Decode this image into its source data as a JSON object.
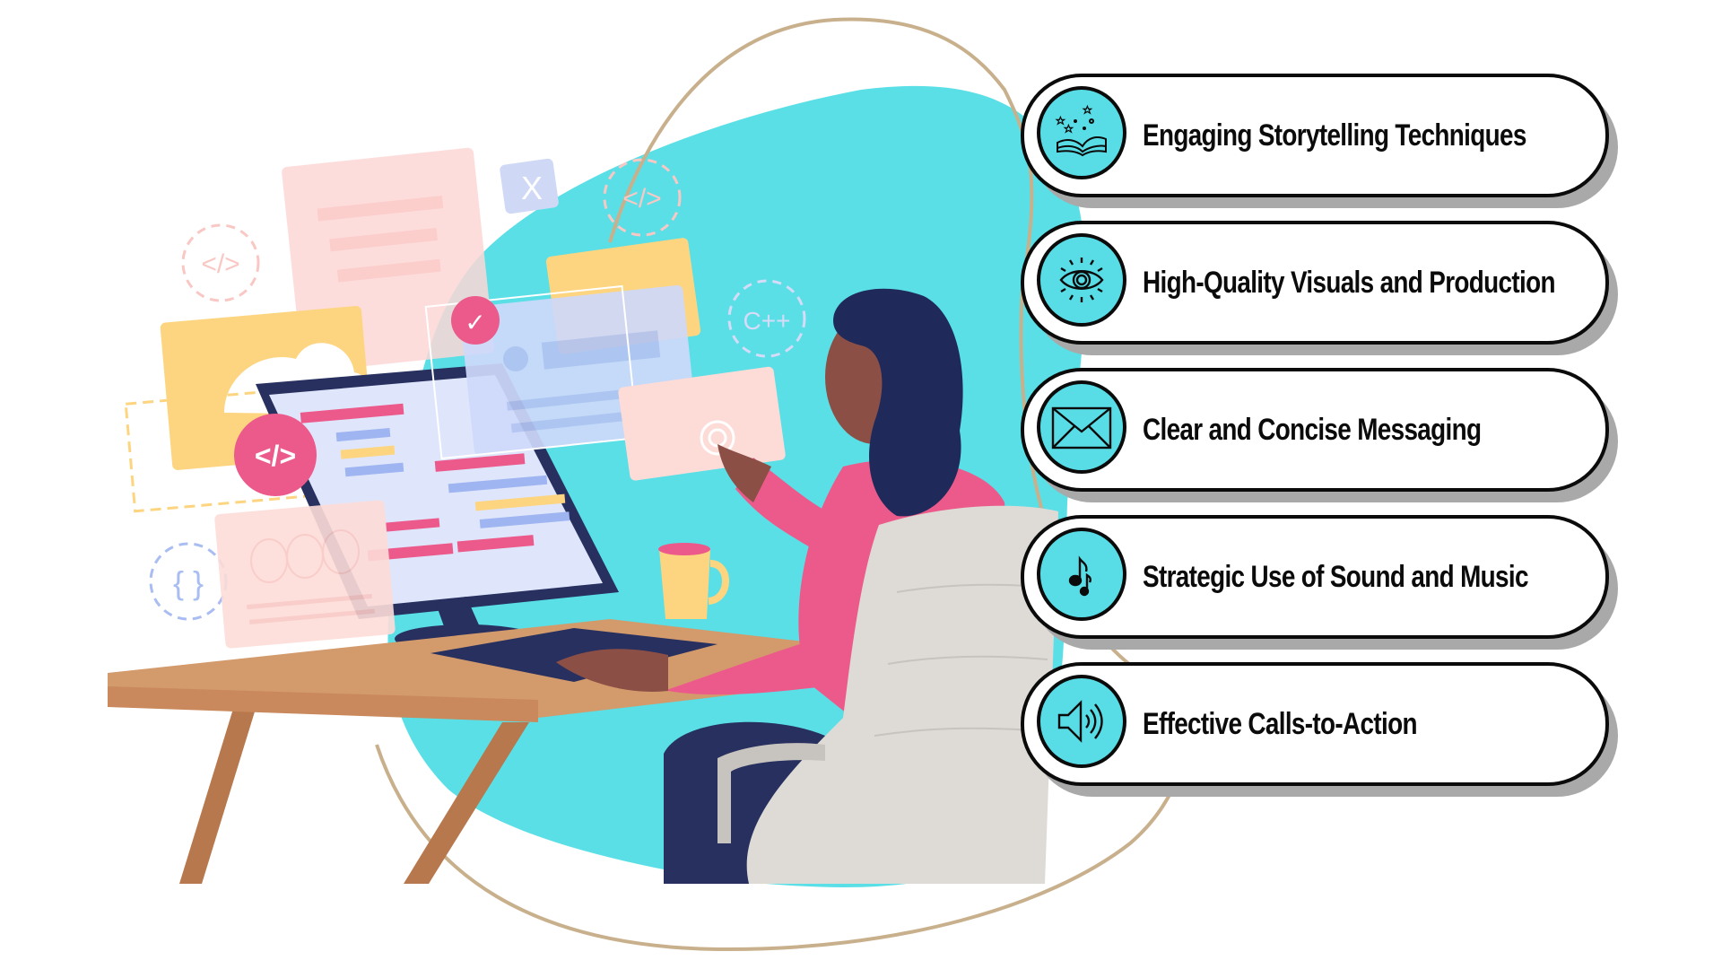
{
  "infographic": {
    "items": [
      {
        "label": "Engaging Storytelling Techniques",
        "icon": "open-book-stars-icon"
      },
      {
        "label": "High-Quality Visuals and Production",
        "icon": "eye-icon"
      },
      {
        "label": "Clear and Concise Messaging",
        "icon": "envelope-icon"
      },
      {
        "label": "Strategic Use of Sound and Music",
        "icon": "music-note-icon"
      },
      {
        "label": "Effective Calls-to-Action",
        "icon": "speaker-icon"
      }
    ]
  },
  "illustration": {
    "badges": {
      "code_tag": "</>",
      "cpp": "C++",
      "braces": "{ }",
      "close": "X",
      "check": "✓"
    }
  },
  "colors": {
    "teal_blob": "#5adfe6",
    "outline_tan": "#c9b08c",
    "pill_border": "#0b0b0b",
    "pill_shadow": "#a9a9a9",
    "icon_fill": "#58dde6",
    "pink": "#ec5a8b",
    "navy": "#27305f",
    "desk": "#d39a6c",
    "chair": "#dedbd6",
    "yellow": "#fdd581"
  }
}
